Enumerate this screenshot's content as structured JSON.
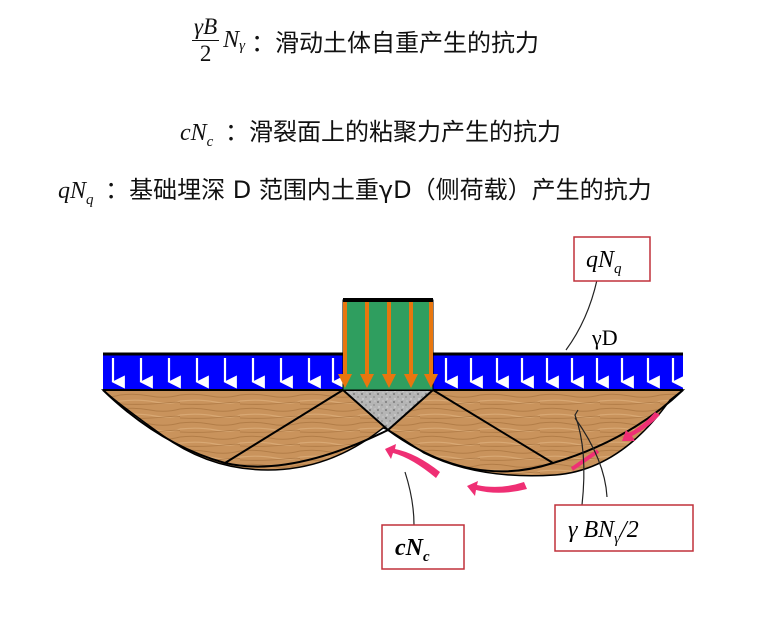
{
  "terms": [
    {
      "frac_num": "γB",
      "frac_den": "2",
      "symbol": "N",
      "subscript": "γ",
      "description": "：滑动土体自重产生的抗力"
    },
    {
      "coef": "c",
      "symbol": "N",
      "subscript": "c",
      "description": "：滑裂面上的粘聚力产生的抗力"
    },
    {
      "coef": "q",
      "symbol": "N",
      "subscript": "q",
      "description": "：基础埋深 D 范围内土重γD（侧荷载）产生的抗力"
    }
  ],
  "diagram": {
    "label_qNq": {
      "main": "qN",
      "sub": "q"
    },
    "label_gammaD": "γD",
    "label_cNc": {
      "main": "cN",
      "sub": "c"
    },
    "label_gammaBN": {
      "pre": "γ BN",
      "sub": "γ",
      "post": "/2"
    },
    "colors": {
      "surcharge_band": "#0000ff",
      "footing": "#2f9e5f",
      "footing_arrows": "#e8760e",
      "soil": "#c9935c",
      "wedge": "#a9a9a9",
      "curved_arrows": "#ef2f74",
      "label_border": "#c0303a"
    }
  }
}
